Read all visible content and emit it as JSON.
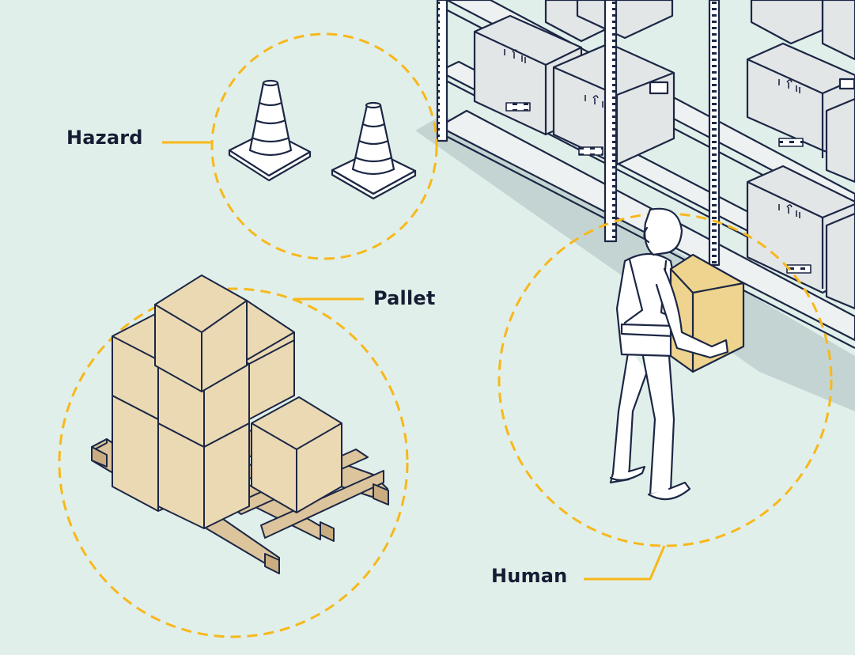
{
  "labels": {
    "hazard": "Hazard",
    "pallet": "Pallet",
    "human": "Human"
  },
  "colors": {
    "background": "#e1efea",
    "highlight": "#f7b81b",
    "outline": "#1c2745",
    "box_fill": "#ead9b3",
    "held_box_fill": "#eed48e",
    "pallet_wood": "#dcc49c",
    "shelf_box": "#e3e6e7",
    "shelf_shadow": "#bfd0ce"
  },
  "icons": [
    "traffic-cone-icon",
    "cardboard-box-icon",
    "pallet-icon",
    "warehouse-worker-icon",
    "shelving-rack-icon"
  ]
}
